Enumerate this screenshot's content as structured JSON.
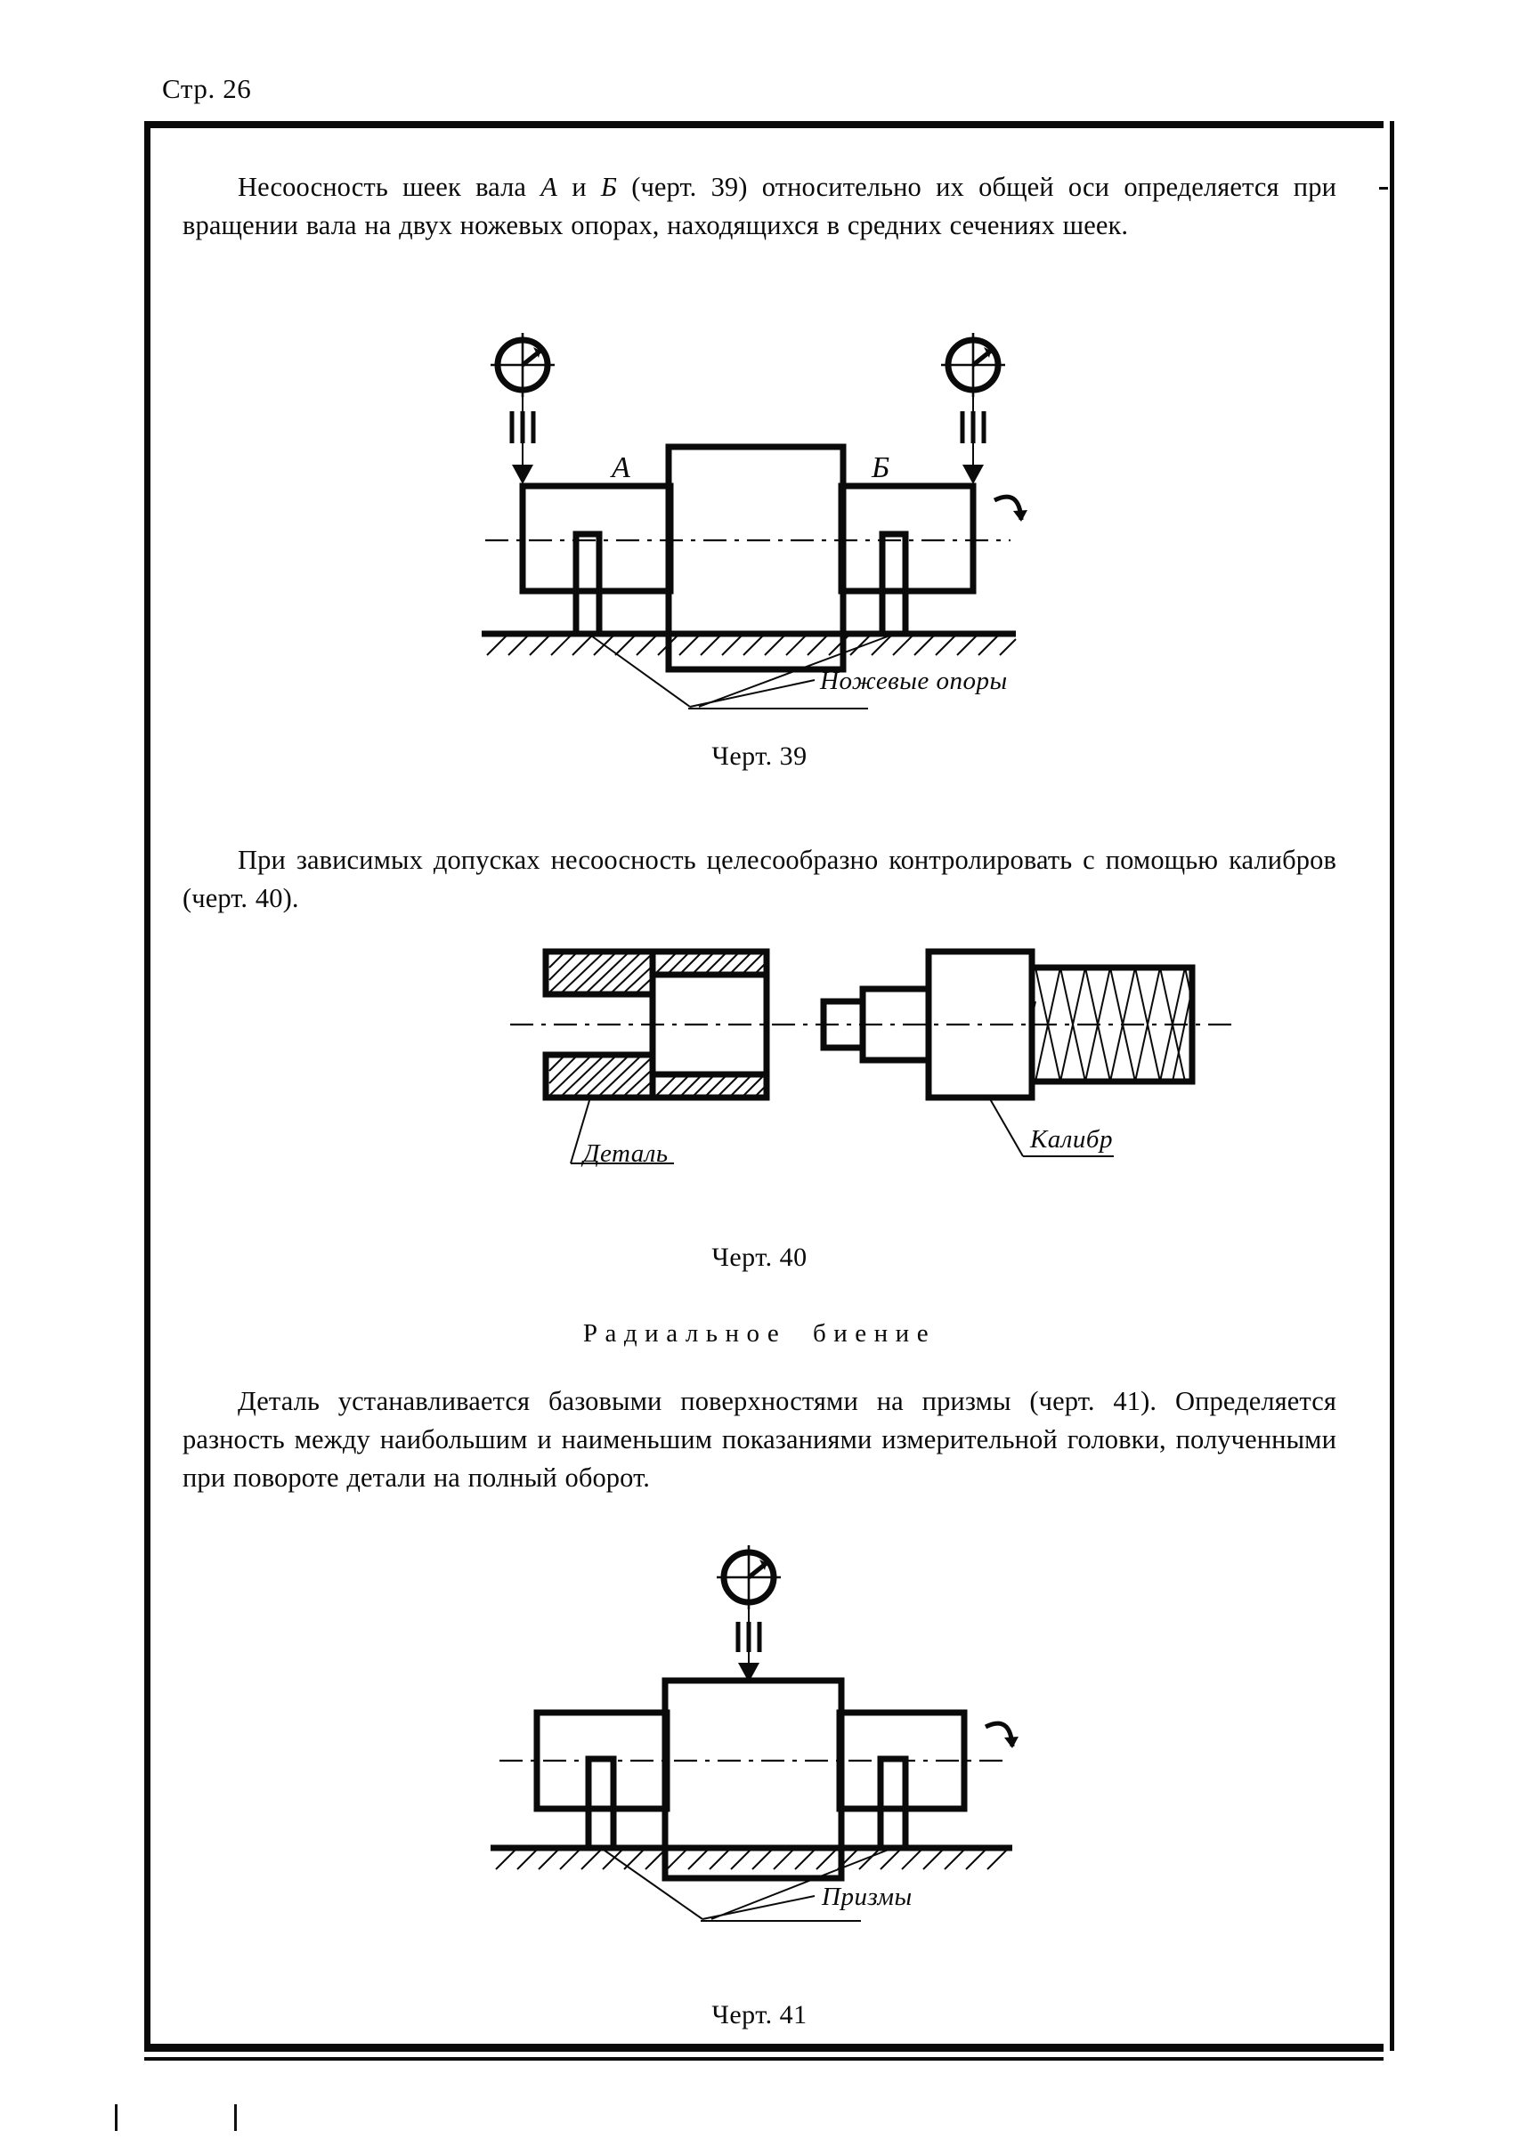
{
  "page": {
    "number_label": "Стр. 26"
  },
  "paragraphs": {
    "p1": "Несоосность шеек вала А и Б (черт. 39) относительно их общей оси определяется при вращении вала на двух ножевых опорах, находящихся в средних сечениях шеек.",
    "p1_pre": "Несоосность шеек вала ",
    "p1_italic_a": "А",
    "p1_mid": " и ",
    "p1_italic_b": "Б",
    "p1_post": " (черт. 39) относительно их общей оси определяется при вращении вала на двух ножевых опорах, находящихся в средних сечениях шеек.",
    "p2": "При зависимых допусках несоосность целесообразно контролировать с помощью калибров (черт. 40).",
    "p3": "Деталь устанавливается базовыми поверхностями на призмы (черт. 41). Определяется разность между наибольшим и наименьшим показаниями измерительной головки, полученными при повороте детали на полный оборот."
  },
  "heading": {
    "radial_runout": "Радиальное биение"
  },
  "captions": {
    "fig39": "Черт. 39",
    "fig40": "Черт. 40",
    "fig41": "Черт. 41"
  },
  "figure39": {
    "label_a": "А",
    "label_b": "Б",
    "callout": "Ножевые опоры",
    "indicator_left": "measuring-head-dial",
    "indicator_right": "measuring-head-dial"
  },
  "figure40": {
    "label_part": "Деталь",
    "label_gauge": "Калибр"
  },
  "figure41": {
    "callout": "Призмы",
    "indicator": "measuring-head-dial"
  },
  "colors": {
    "ink": "#0a0a0a",
    "paper": "#ffffff"
  }
}
